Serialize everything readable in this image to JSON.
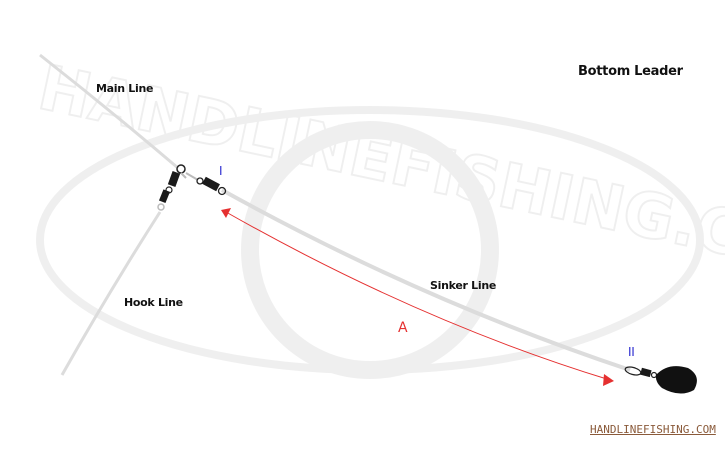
{
  "diagram": {
    "title": "Bottom Leader",
    "labels": {
      "main_line": "Main Line",
      "hook_line": "Hook Line",
      "sinker_line": "Sinker Line"
    },
    "markers": {
      "distance": "A",
      "swivel_1": "I",
      "swivel_2": "II"
    },
    "watermark": "HANDLINEFISHING.COM",
    "colors": {
      "line": "#dcdcdc",
      "measure_arrow": "#e53030",
      "marker_text": "#2a2ad0",
      "swivel": "#1a1a1a",
      "weight": "#111111"
    }
  },
  "footer": {
    "site_link": "HANDLINEFISHING.COM"
  }
}
